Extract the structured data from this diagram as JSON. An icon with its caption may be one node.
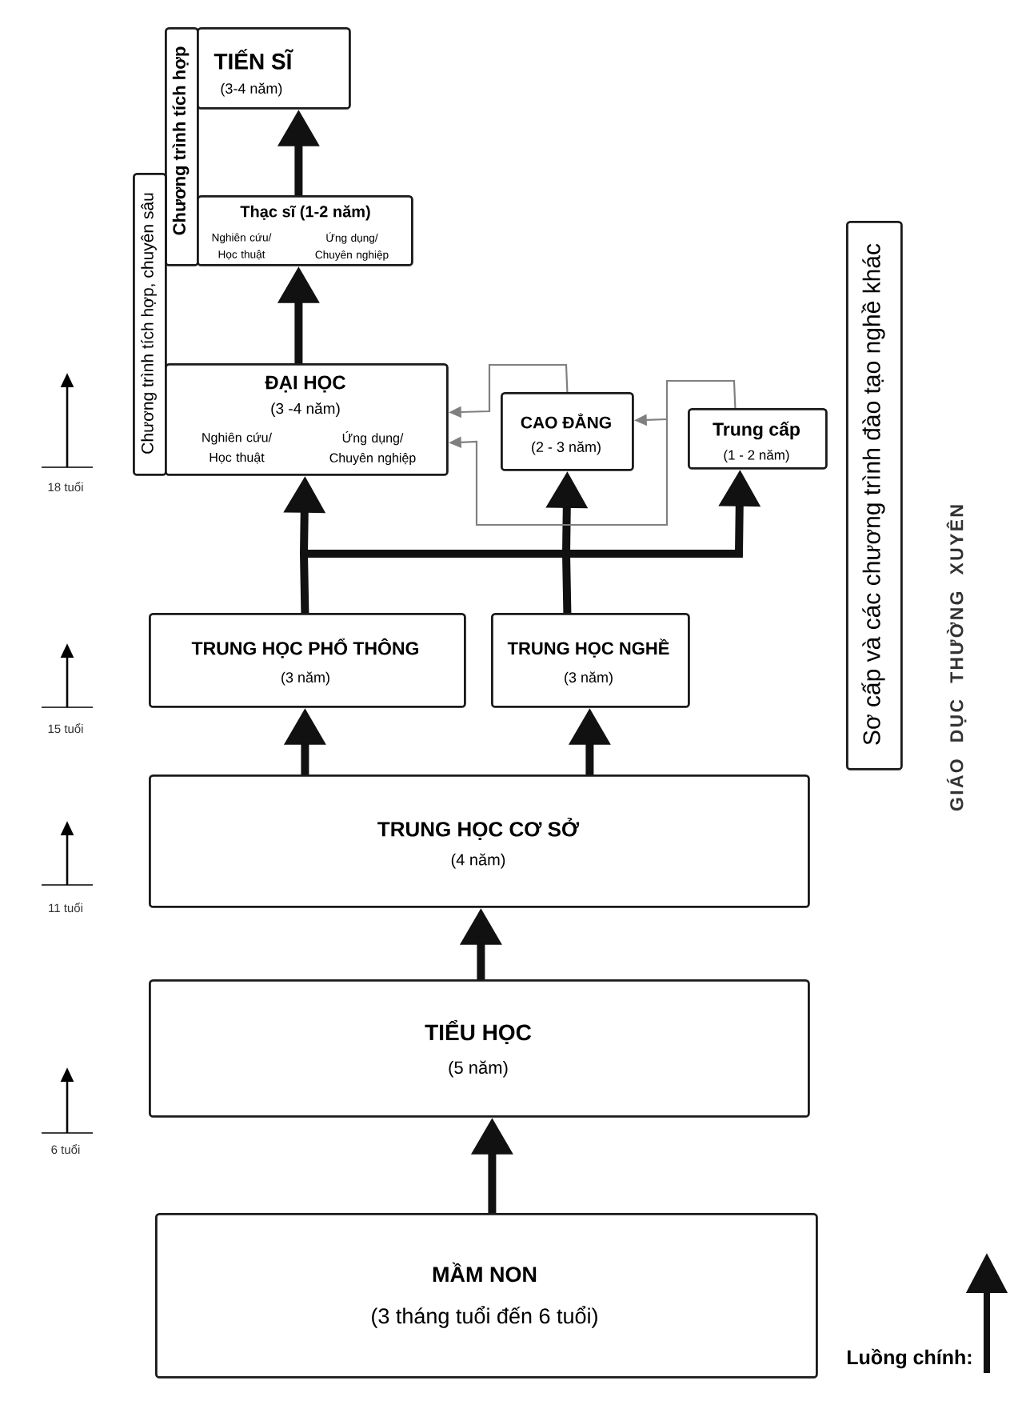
{
  "diagram": {
    "nodes": [
      {
        "text": [
          "Chương trình tích hợp"
        ]
      },
      {
        "text": [
          "TIẾN SĨ",
          "(3-4 năm)"
        ]
      },
      {
        "text": [
          "Chương trình tích hợp, chuyên sâu"
        ]
      },
      {
        "text": [
          "Thạc sĩ (1-2 năm)",
          "Nghiên cứu/ Học thuật",
          "Ứng dụng/ Chuyên nghiệp"
        ]
      },
      {
        "text": [
          "ĐẠI HỌC",
          "(3 -4 năm)",
          "Nghiên cứu/ Học thuật",
          "Ứng dụng/ Chuyên nghiệp"
        ]
      },
      {
        "text": [
          "CAO ĐẲNG",
          "(2 - 3 năm)"
        ]
      },
      {
        "text": [
          "Trung cấp",
          "(1 - 2 năm)"
        ]
      },
      {
        "text": [
          "Sơ cấp và các chương trình đào tạo nghề khác"
        ]
      },
      {
        "text": [
          "TRUNG HỌC PHỔ THÔNG",
          "(3 năm)"
        ]
      },
      {
        "text": [
          "TRUNG HỌC NGHỀ",
          "(3 năm)"
        ]
      },
      {
        "text": [
          "TRUNG HỌC CƠ SỞ",
          "(4 năm)"
        ]
      },
      {
        "text": [
          "TIỂU HỌC",
          "(5 năm)"
        ]
      },
      {
        "text": [
          "MẦM NON",
          "(3 tháng tuổi đến 6 tuổi)"
        ]
      }
    ],
    "edges": [
      {
        "from": 12,
        "to": 11,
        "arrow": "to"
      },
      {
        "from": 11,
        "to": 10,
        "arrow": "to"
      },
      {
        "from": 10,
        "to": 8,
        "arrow": "to"
      },
      {
        "from": 10,
        "to": 9,
        "arrow": "to"
      },
      {
        "from": 8,
        "to": 4,
        "arrow": "to"
      },
      {
        "from": 8,
        "to": 5,
        "arrow": "to"
      },
      {
        "from": 8,
        "to": 6,
        "arrow": "to"
      },
      {
        "from": 9,
        "to": 4,
        "arrow": "to"
      },
      {
        "from": 9,
        "to": 5,
        "arrow": "to"
      },
      {
        "from": 9,
        "to": 6,
        "arrow": "to"
      },
      {
        "from": 4,
        "to": 3,
        "arrow": "to"
      },
      {
        "from": 3,
        "to": 1,
        "arrow": "to"
      },
      {
        "from": 5,
        "to": 4,
        "arrow": "to",
        "color": "#808080"
      },
      {
        "from": 6,
        "to": 5,
        "arrow": "to",
        "color": "#808080"
      },
      {
        "from": 6,
        "to": 4,
        "arrow": "to",
        "color": "#808080"
      }
    ],
    "labels": [
      "18 tuổi",
      "15 tuổi",
      "11 tuổi",
      "6 tuổi",
      "GIÁO DỤC THƯỜNG XUYÊN"
    ],
    "legend": [
      {
        "text": "Luồng chính:"
      }
    ]
  }
}
